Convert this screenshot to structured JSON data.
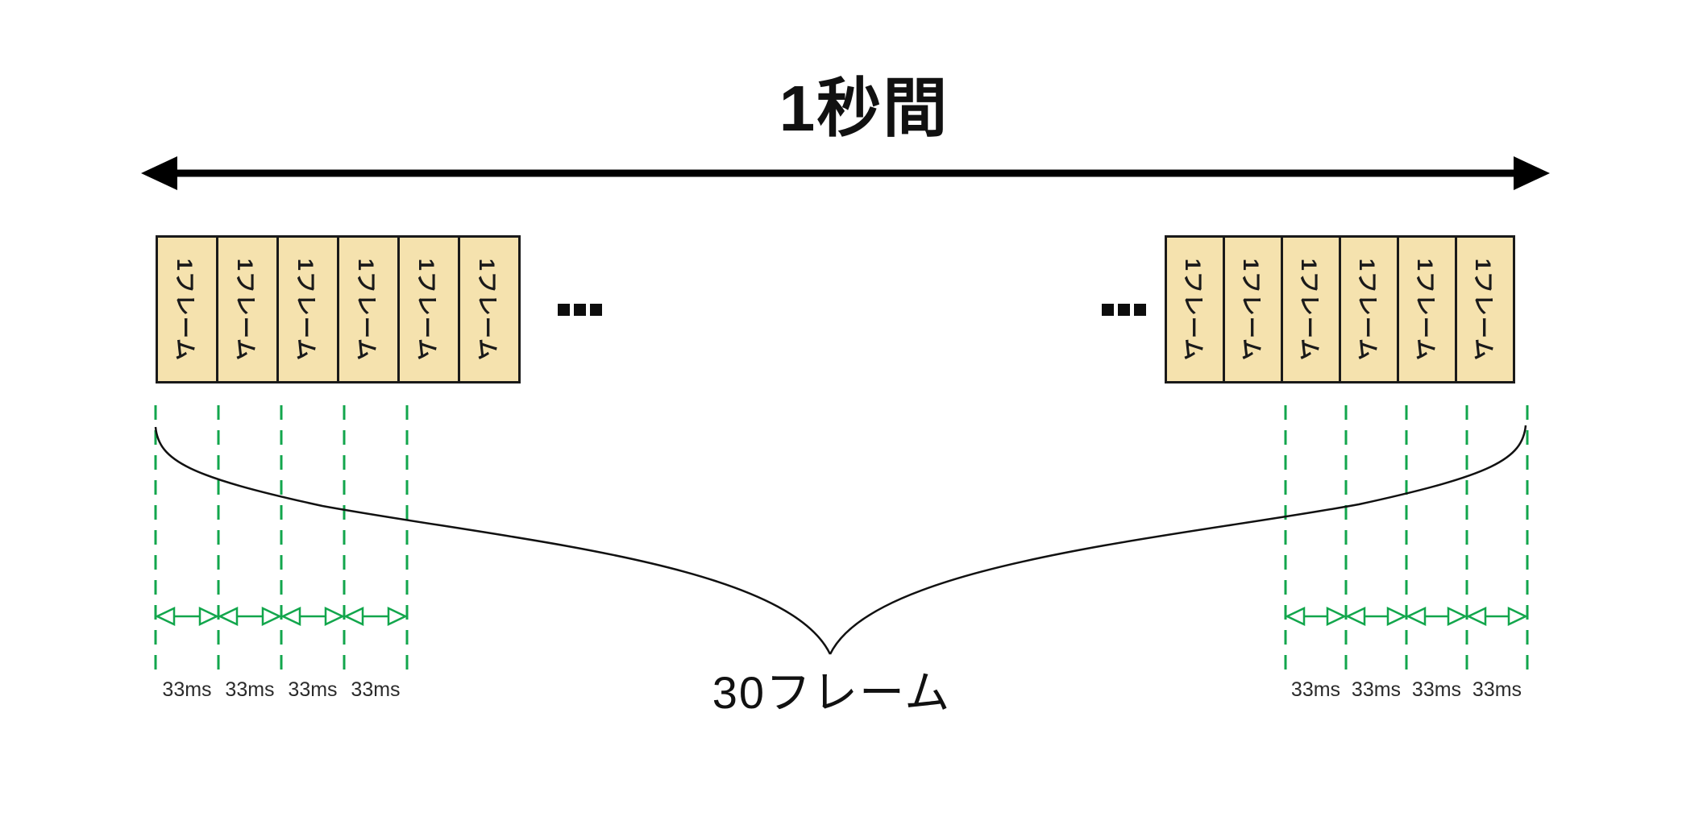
{
  "title": "1秒間",
  "frames": {
    "label": "1フレーム",
    "boxes_shown_per_side": 6,
    "ellipsis": "..."
  },
  "measure": {
    "interval_label": "33ms",
    "intervals_per_side": 4
  },
  "bottom_label": "30フレーム",
  "colors": {
    "background": "#FFFFFF",
    "frame_fill": "#F5E2AE",
    "frame_border": "#1A1A1A",
    "measure_green": "#12A64C",
    "arrow_black": "#000000",
    "label_dark": "#2B2B2B"
  }
}
